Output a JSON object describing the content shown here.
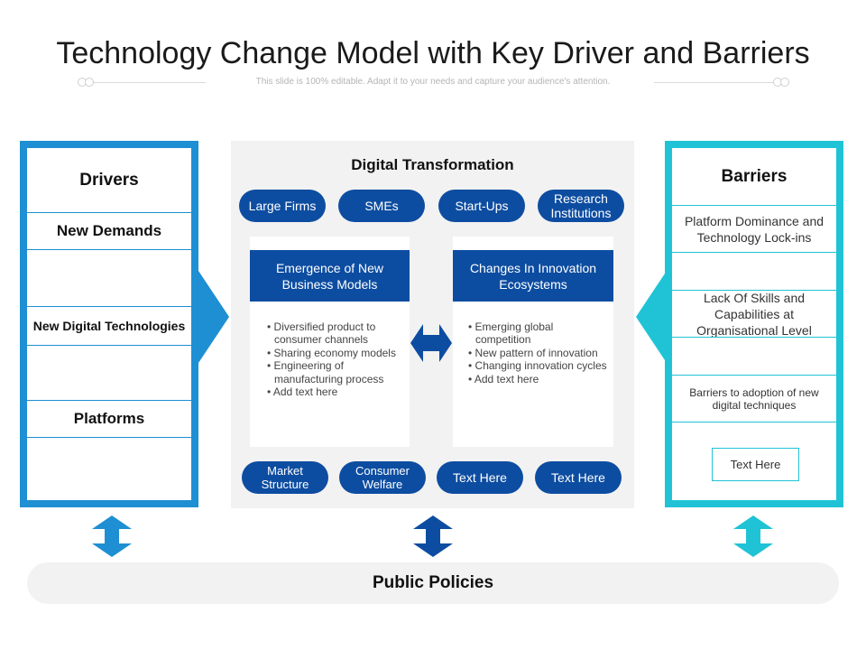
{
  "header": {
    "title": "Technology Change Model with Key Driver and Barriers",
    "subtitle": "This slide is 100% editable. Adapt it to your needs and capture your audience's attention."
  },
  "drivers": {
    "title": "Drivers",
    "items": [
      "New Demands",
      "New Digital Technologies",
      "Platforms"
    ]
  },
  "barriers": {
    "title": "Barriers",
    "items": [
      "Platform Dominance and Technology Lock-ins",
      "Lack Of Skills and Capabilities at Organisational Level",
      "Barriers to adoption of new digital techniques"
    ],
    "text_box": "Text Here"
  },
  "center": {
    "title": "Digital Transformation",
    "top_pills": [
      "Large Firms",
      "SMEs",
      "Start-Ups",
      "Research Institutions"
    ],
    "cards": [
      {
        "heading": "Emergence of New Business Models",
        "bullets": [
          "Diversified product to consumer channels",
          "Sharing economy models",
          "Engineering of manufacturing process",
          "Add text here"
        ]
      },
      {
        "heading": "Changes In Innovation Ecosystems",
        "bullets": [
          "Emerging global competition",
          "New pattern of innovation",
          "Changing innovation cycles",
          "Add text here"
        ]
      }
    ],
    "bottom_pills": [
      "Market Structure",
      "Consumer Welfare",
      "Text Here",
      "Text Here"
    ]
  },
  "footer": {
    "bar_label": "Public Policies"
  },
  "colors": {
    "drivers_accent": "#1e8fd3",
    "barriers_accent": "#20c3d6",
    "navy": "#0d4da1",
    "center_bg": "#f2f2f2"
  }
}
